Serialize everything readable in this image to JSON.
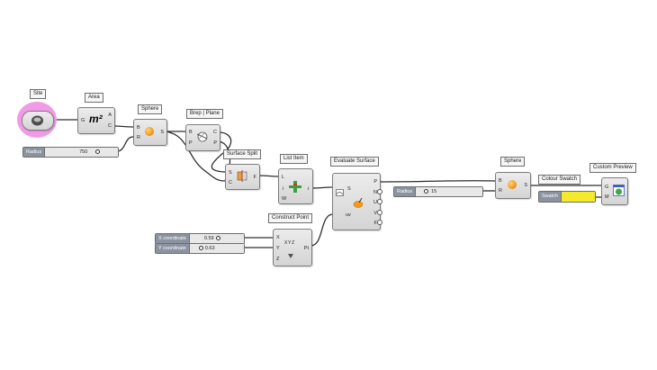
{
  "components": {
    "site": {
      "caption": "Site"
    },
    "area": {
      "caption": "Area",
      "in_g": "G",
      "out_a": "A",
      "out_c": "C",
      "glyph": "m²"
    },
    "sphere1": {
      "caption": "Sphere",
      "in_b": "B",
      "in_r": "R",
      "out_s": "S"
    },
    "brep_plane": {
      "caption": "Brep | Plane",
      "in_b": "B",
      "in_p": "P",
      "out_c": "C",
      "out_p": "P"
    },
    "surface_split": {
      "caption": "Surface Split",
      "in_s": "S",
      "in_c": "C",
      "out_f": "F"
    },
    "list_item": {
      "caption": "List Item",
      "in_l": "L",
      "in_i": "i",
      "in_w": "W",
      "out_i": "i"
    },
    "evaluate_surface": {
      "caption": "Evaluate Surface",
      "in_s": "S",
      "in_uv": "uv",
      "out_p": "P",
      "out_n": "N",
      "out_u": "U",
      "out_v": "V",
      "out_f": "F"
    },
    "construct_point": {
      "caption": "Construct Point",
      "in_x": "X",
      "in_y": "Y",
      "in_z": "Z",
      "out_pt": "Pt",
      "glyph": "X Y Z"
    },
    "sphere2": {
      "caption": "Sphere",
      "in_b": "B",
      "in_r": "R",
      "out_s": "S"
    },
    "colour_swatch": {
      "caption": "Colour Swatch"
    },
    "custom_preview": {
      "caption": "Custom Preview",
      "in_g": "G",
      "in_m": "M"
    }
  },
  "sliders": {
    "radius1": {
      "label": "Radius",
      "value": "750"
    },
    "x_coord": {
      "label": "X coordinate",
      "value": "0.59"
    },
    "y_coord": {
      "label": "Y coordinate",
      "value": "0.63"
    },
    "radius2": {
      "label": "Radius",
      "value": "15"
    },
    "swatch": {
      "label": "Swatch",
      "color": "#f2ea2a"
    }
  },
  "colors": {
    "site_highlight": "#f19ae6",
    "sphere_orange": "#f39a1c",
    "preview_green": "#3fa64a"
  }
}
